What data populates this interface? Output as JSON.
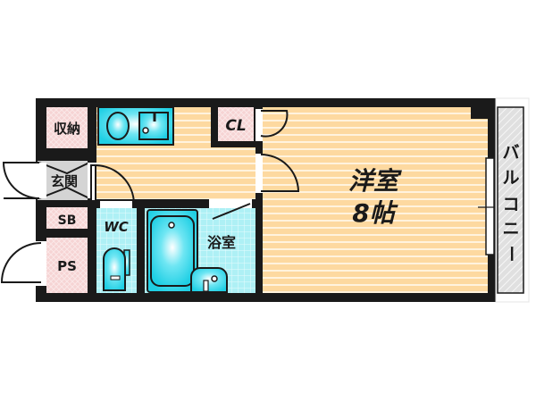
{
  "floorplan": {
    "rooms": {
      "storage": {
        "label": "収納"
      },
      "entrance": {
        "label": "玄関"
      },
      "shoe_box": {
        "label": "SB"
      },
      "pipe_space": {
        "label": "PS"
      },
      "toilet": {
        "label": "WC"
      },
      "bathroom": {
        "label": "浴室"
      },
      "closet": {
        "label": "CL"
      },
      "western_room": {
        "label": "洋室",
        "size": "8帖"
      },
      "balcony": {
        "label": "バルコニー",
        "chars": [
          "バ",
          "ル",
          "コ",
          "ニ",
          "ー"
        ]
      }
    },
    "colors": {
      "wall": "#1a1a1a",
      "floor_wood": "#fdd9a0",
      "floor_wood_line": "#fff3de",
      "storage_pink": "#f6d4d4",
      "tile_cyan": "#aef0f5",
      "fixture_cyan": "#22d3e8",
      "balcony_gray": "#d9d9d9"
    }
  }
}
